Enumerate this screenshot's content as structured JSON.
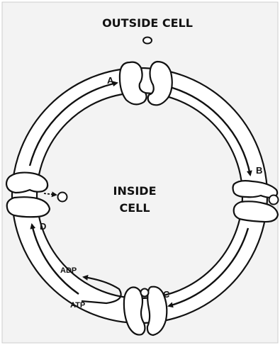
{
  "labels": {
    "outside": "OUTSIDE CELL",
    "inside_line1": "INSIDE",
    "inside_line2": "CELL",
    "a": "A",
    "b": "B",
    "c": "C",
    "d": "D",
    "adp": "ADP",
    "atp": "ATP"
  },
  "colors": {
    "background_panel": "#f3f3f3",
    "membrane": "#ffffff",
    "ink": "#111111"
  }
}
